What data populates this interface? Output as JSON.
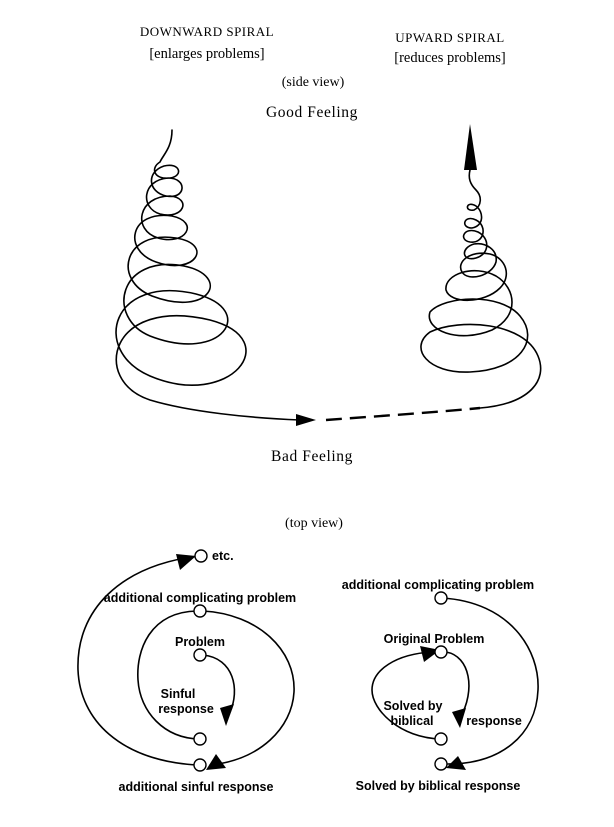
{
  "header": {
    "downward_title": "DOWNWARD SPIRAL",
    "downward_subtitle": "[enlarges problems]",
    "upward_title": "UPWARD SPIRAL",
    "upward_subtitle": "[reduces problems]",
    "side_view": "(side view)"
  },
  "side": {
    "good_feeling": "Good Feeling",
    "bad_feeling": "Bad Feeling"
  },
  "top": {
    "top_view": "(top view)",
    "left": {
      "etc": "etc.",
      "additional_problem": "additional complicating problem",
      "problem": "Problem",
      "sinful_1": "Sinful",
      "sinful_2": "response",
      "additional_response": "additional sinful response"
    },
    "right": {
      "additional_problem": "additional complicating problem",
      "original_problem": "Original Problem",
      "solved_1": "Solved by",
      "solved_2": "biblical",
      "solved_3": "response",
      "solved_bottom": "Solved by biblical response"
    }
  }
}
